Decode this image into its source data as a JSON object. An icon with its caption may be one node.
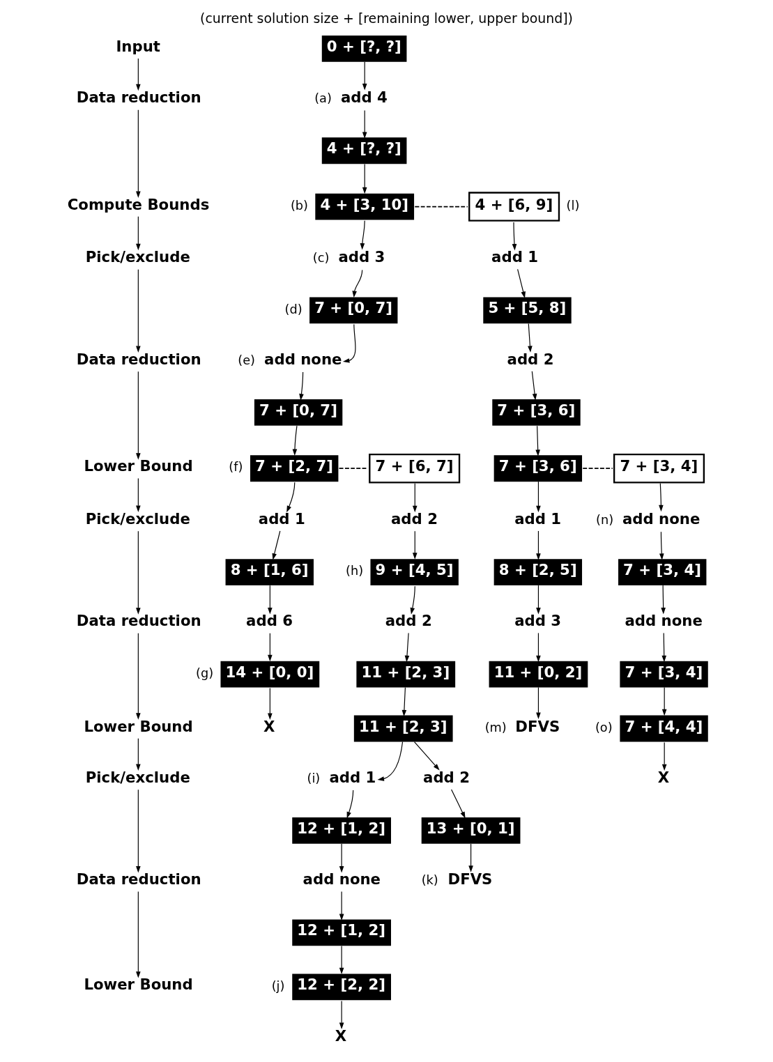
{
  "diagram": {
    "title": "(current solution size + [remaining lower, upper bound])",
    "nodes": [
      {
        "text": [
          "Input"
        ]
      },
      {
        "text": [
          "Data reduction"
        ]
      },
      {
        "text": [
          "Compute Bounds"
        ]
      },
      {
        "text": [
          "Pick/exclude"
        ]
      },
      {
        "text": [
          "Data reduction"
        ]
      },
      {
        "text": [
          "Lower Bound"
        ]
      },
      {
        "text": [
          "Pick/exclude"
        ]
      },
      {
        "text": [
          "Data reduction"
        ]
      },
      {
        "text": [
          "Lower Bound"
        ]
      },
      {
        "text": [
          "Pick/exclude"
        ]
      },
      {
        "text": [
          "Data reduction"
        ]
      },
      {
        "text": [
          "Lower Bound"
        ]
      },
      {
        "text": [
          "0 + [?, ?]"
        ]
      },
      {
        "text": [
          "add 4"
        ],
        "beside": [
          "(a)"
        ]
      },
      {
        "text": [
          "4 + [?, ?]"
        ]
      },
      {
        "text": [
          "4 + [3, 10]"
        ],
        "beside": [
          "(b)"
        ]
      },
      {
        "text": [
          "4 + [6, 9]"
        ],
        "beside": [
          "(l)"
        ]
      },
      {
        "text": [
          "add 3"
        ],
        "beside": [
          "(c)"
        ]
      },
      {
        "text": [
          "add 1"
        ]
      },
      {
        "text": [
          "7 + [0, 7]"
        ],
        "beside": [
          "(d)"
        ]
      },
      {
        "text": [
          "5 + [5, 8]"
        ]
      },
      {
        "text": [
          "add none"
        ],
        "beside": [
          "(e)"
        ]
      },
      {
        "text": [
          "add 2"
        ]
      },
      {
        "text": [
          "7 + [0, 7]"
        ]
      },
      {
        "text": [
          "7 + [3, 6]"
        ]
      },
      {
        "text": [
          "7 + [2, 7]"
        ],
        "beside": [
          "(f)"
        ]
      },
      {
        "text": [
          "7 + [6, 7]"
        ]
      },
      {
        "text": [
          "7 + [3, 6]"
        ]
      },
      {
        "text": [
          "7 + [3, 4]"
        ]
      },
      {
        "text": [
          "add 1"
        ]
      },
      {
        "text": [
          "add 2"
        ]
      },
      {
        "text": [
          "add 1"
        ]
      },
      {
        "text": [
          "add none"
        ],
        "beside": [
          "(n)"
        ]
      },
      {
        "text": [
          "8 + [1, 6]"
        ]
      },
      {
        "text": [
          "9 + [4, 5]"
        ],
        "beside": [
          "(h)"
        ]
      },
      {
        "text": [
          "8 + [2, 5]"
        ]
      },
      {
        "text": [
          "7 + [3, 4]"
        ]
      },
      {
        "text": [
          "add 6"
        ]
      },
      {
        "text": [
          "add 2"
        ]
      },
      {
        "text": [
          "add 3"
        ]
      },
      {
        "text": [
          "add none"
        ]
      },
      {
        "text": [
          "14 + [0, 0]"
        ],
        "beside": [
          "(g)"
        ]
      },
      {
        "text": [
          "11 + [2, 3]"
        ]
      },
      {
        "text": [
          "11 + [0, 2]"
        ]
      },
      {
        "text": [
          "7 + [3, 4]"
        ]
      },
      {
        "text": [
          "X"
        ]
      },
      {
        "text": [
          "11 + [2, 3]"
        ]
      },
      {
        "text": [
          "DFVS"
        ],
        "beside": [
          "(m)"
        ]
      },
      {
        "text": [
          "7 + [4, 4]"
        ],
        "beside": [
          "(o)"
        ]
      },
      {
        "text": [
          "add 1"
        ],
        "beside": [
          "(i)"
        ]
      },
      {
        "text": [
          "add 2"
        ]
      },
      {
        "text": [
          "X"
        ]
      },
      {
        "text": [
          "12 + [1, 2]"
        ]
      },
      {
        "text": [
          "13 + [0, 1]"
        ]
      },
      {
        "text": [
          "add none"
        ]
      },
      {
        "text": [
          "DFVS"
        ],
        "beside": [
          "(k)"
        ]
      },
      {
        "text": [
          "12 + [1, 2]"
        ]
      },
      {
        "text": [
          "12 + [2, 2]"
        ],
        "beside": [
          "(j)"
        ]
      },
      {
        "text": [
          "X"
        ]
      }
    ],
    "edges": [
      {
        "from": 0,
        "to": 1,
        "arrow": "to"
      },
      {
        "from": 1,
        "to": 2,
        "arrow": "to"
      },
      {
        "from": 2,
        "to": 3,
        "arrow": "to"
      },
      {
        "from": 3,
        "to": 4,
        "arrow": "to"
      },
      {
        "from": 4,
        "to": 5,
        "arrow": "to"
      },
      {
        "from": 5,
        "to": 6,
        "arrow": "to"
      },
      {
        "from": 6,
        "to": 7,
        "arrow": "to"
      },
      {
        "from": 7,
        "to": 8,
        "arrow": "to"
      },
      {
        "from": 8,
        "to": 9,
        "arrow": "to"
      },
      {
        "from": 9,
        "to": 10,
        "arrow": "to"
      },
      {
        "from": 10,
        "to": 11,
        "arrow": "to"
      },
      {
        "from": 12,
        "to": 13,
        "arrow": "to"
      },
      {
        "from": 13,
        "to": 14,
        "arrow": "to"
      },
      {
        "from": 14,
        "to": 15,
        "arrow": "to"
      },
      {
        "from": 15,
        "to": 16,
        "arrow": "none",
        "style": "dashed"
      },
      {
        "from": 15,
        "to": 17,
        "arrow": "to"
      },
      {
        "from": 16,
        "to": 18,
        "arrow": "to"
      },
      {
        "from": 17,
        "to": 19,
        "arrow": "to"
      },
      {
        "from": 18,
        "to": 20,
        "arrow": "to"
      },
      {
        "from": 19,
        "to": 21,
        "arrow": "to"
      },
      {
        "from": 20,
        "to": 22,
        "arrow": "to"
      },
      {
        "from": 21,
        "to": 23,
        "arrow": "to"
      },
      {
        "from": 22,
        "to": 24,
        "arrow": "to"
      },
      {
        "from": 23,
        "to": 25,
        "arrow": "to"
      },
      {
        "from": 25,
        "to": 26,
        "arrow": "none",
        "style": "dashed"
      },
      {
        "from": 24,
        "to": 27,
        "arrow": "to"
      },
      {
        "from": 27,
        "to": 28,
        "arrow": "none",
        "style": "dashed"
      },
      {
        "from": 25,
        "to": 29,
        "arrow": "to"
      },
      {
        "from": 26,
        "to": 30,
        "arrow": "to"
      },
      {
        "from": 27,
        "to": 31,
        "arrow": "to"
      },
      {
        "from": 28,
        "to": 32,
        "arrow": "to"
      },
      {
        "from": 29,
        "to": 33,
        "arrow": "to"
      },
      {
        "from": 30,
        "to": 34,
        "arrow": "to"
      },
      {
        "from": 31,
        "to": 35,
        "arrow": "to"
      },
      {
        "from": 32,
        "to": 36,
        "arrow": "to"
      },
      {
        "from": 33,
        "to": 37,
        "arrow": "to"
      },
      {
        "from": 34,
        "to": 38,
        "arrow": "to"
      },
      {
        "from": 35,
        "to": 39,
        "arrow": "to"
      },
      {
        "from": 36,
        "to": 40,
        "arrow": "to"
      },
      {
        "from": 37,
        "to": 41,
        "arrow": "to"
      },
      {
        "from": 38,
        "to": 42,
        "arrow": "to"
      },
      {
        "from": 39,
        "to": 43,
        "arrow": "to"
      },
      {
        "from": 40,
        "to": 44,
        "arrow": "to"
      },
      {
        "from": 41,
        "to": 45,
        "arrow": "to"
      },
      {
        "from": 42,
        "to": 46,
        "arrow": "to"
      },
      {
        "from": 43,
        "to": 47,
        "arrow": "to"
      },
      {
        "from": 44,
        "to": 48,
        "arrow": "to"
      },
      {
        "from": 46,
        "to": 49,
        "arrow": "to"
      },
      {
        "from": 46,
        "to": 50,
        "arrow": "to"
      },
      {
        "from": 48,
        "to": 51,
        "arrow": "to"
      },
      {
        "from": 49,
        "to": 52,
        "arrow": "to"
      },
      {
        "from": 50,
        "to": 53,
        "arrow": "to"
      },
      {
        "from": 52,
        "to": 54,
        "arrow": "to"
      },
      {
        "from": 53,
        "to": 55,
        "arrow": "to"
      },
      {
        "from": 54,
        "to": 56,
        "arrow": "to"
      },
      {
        "from": 56,
        "to": 57,
        "arrow": "to"
      },
      {
        "from": 57,
        "to": 58,
        "arrow": "to"
      }
    ]
  }
}
